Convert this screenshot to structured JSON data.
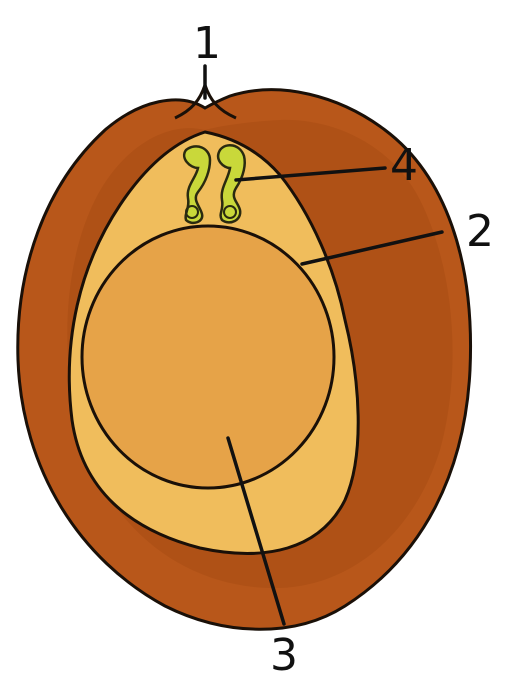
{
  "diagram": {
    "labels": {
      "label_1": "1",
      "label_2": "2",
      "label_3": "3",
      "label_4": "4"
    },
    "colors": {
      "seed_coat": "#b8571a",
      "seed_coat_dark": "#8f3f0e",
      "endosperm": "#f0bd5c",
      "cotyledon": "#e6a348",
      "embryo": "#c9d83a",
      "outline": "#1a1008"
    }
  }
}
